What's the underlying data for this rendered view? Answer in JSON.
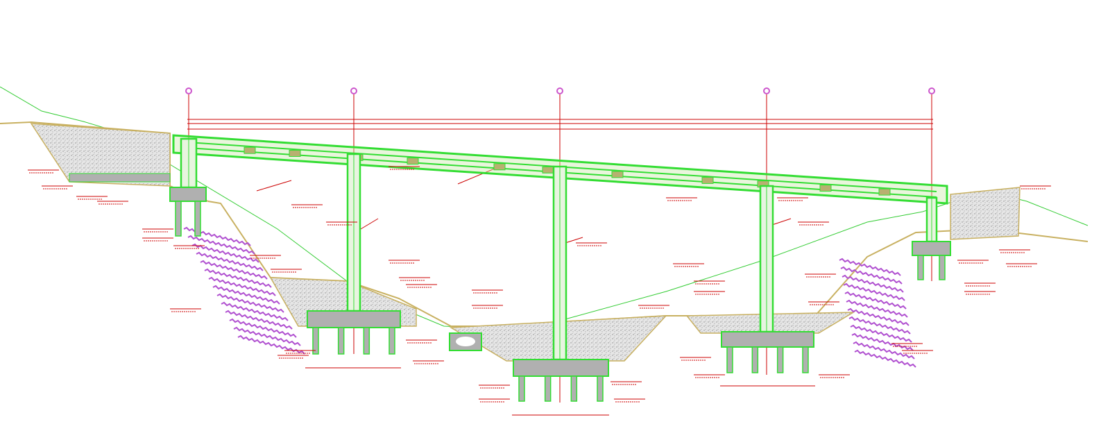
{
  "drawing": {
    "type": "bridge-longitudinal-section",
    "colors": {
      "background": "#ffffff",
      "structure": "#33dd33",
      "dimension": "#cc0000",
      "ground": "#c8b060",
      "fill": "#d8d8d8",
      "concrete": "#b0b0b0",
      "rock_hatch": "#b050d0",
      "axis_marker": "#cc55cc"
    },
    "axis_count": 5,
    "pier_count": 3
  }
}
